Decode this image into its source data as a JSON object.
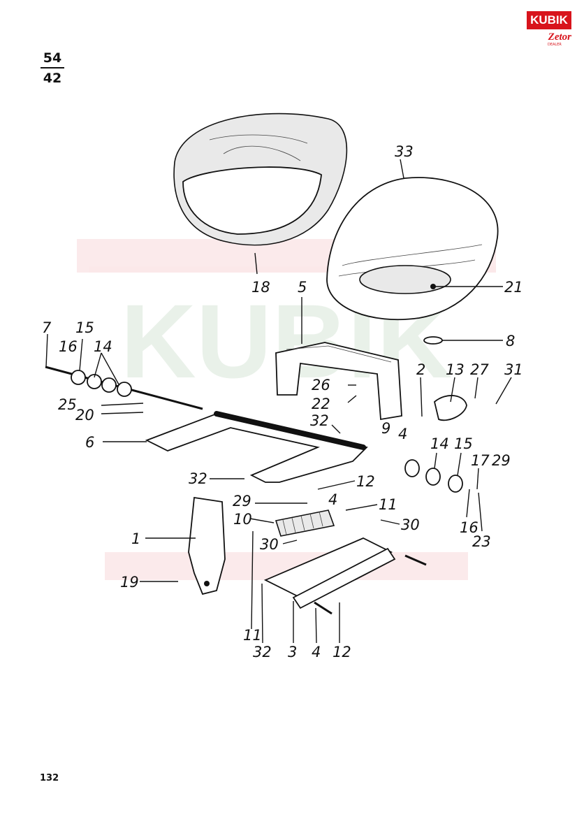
{
  "page_ref": {
    "numerator": "54",
    "denominator": "42"
  },
  "page_number": "132",
  "logo": {
    "brand": "KUBIK",
    "sub": "Zetor",
    "dealer": "DEALER"
  },
  "watermark": {
    "text": "KUBIK",
    "color": "#d8141c"
  },
  "labels": [
    {
      "id": "l18",
      "text": "18"
    },
    {
      "id": "l33",
      "text": "33"
    },
    {
      "id": "l21",
      "text": "21"
    },
    {
      "id": "l5",
      "text": "5"
    },
    {
      "id": "l8",
      "text": "8"
    },
    {
      "id": "l7",
      "text": "7"
    },
    {
      "id": "l16a",
      "text": "16"
    },
    {
      "id": "l15a",
      "text": "15"
    },
    {
      "id": "l14a",
      "text": "14"
    },
    {
      "id": "l26",
      "text": "26"
    },
    {
      "id": "l22",
      "text": "22"
    },
    {
      "id": "l2",
      "text": "2"
    },
    {
      "id": "l13",
      "text": "13"
    },
    {
      "id": "l27",
      "text": "27"
    },
    {
      "id": "l31",
      "text": "31"
    },
    {
      "id": "l25",
      "text": "25"
    },
    {
      "id": "l20",
      "text": "20"
    },
    {
      "id": "l32a",
      "text": "32"
    },
    {
      "id": "l9",
      "text": "9"
    },
    {
      "id": "l4a",
      "text": "4"
    },
    {
      "id": "l6",
      "text": "6"
    },
    {
      "id": "l14b",
      "text": "14"
    },
    {
      "id": "l15b",
      "text": "15"
    },
    {
      "id": "l17",
      "text": "17"
    },
    {
      "id": "l29a",
      "text": "29"
    },
    {
      "id": "l32b",
      "text": "32"
    },
    {
      "id": "l12a",
      "text": "12"
    },
    {
      "id": "l29b",
      "text": "29"
    },
    {
      "id": "l4b",
      "text": "4"
    },
    {
      "id": "l11a",
      "text": "11"
    },
    {
      "id": "l10",
      "text": "10"
    },
    {
      "id": "l30a",
      "text": "30"
    },
    {
      "id": "l16b",
      "text": "16"
    },
    {
      "id": "l23",
      "text": "23"
    },
    {
      "id": "l1",
      "text": "1"
    },
    {
      "id": "l30b",
      "text": "30"
    },
    {
      "id": "l19",
      "text": "19"
    },
    {
      "id": "l11b",
      "text": "11"
    },
    {
      "id": "l32c",
      "text": "32"
    },
    {
      "id": "l3",
      "text": "3"
    },
    {
      "id": "l4c",
      "text": "4"
    },
    {
      "id": "l12b",
      "text": "12"
    }
  ]
}
